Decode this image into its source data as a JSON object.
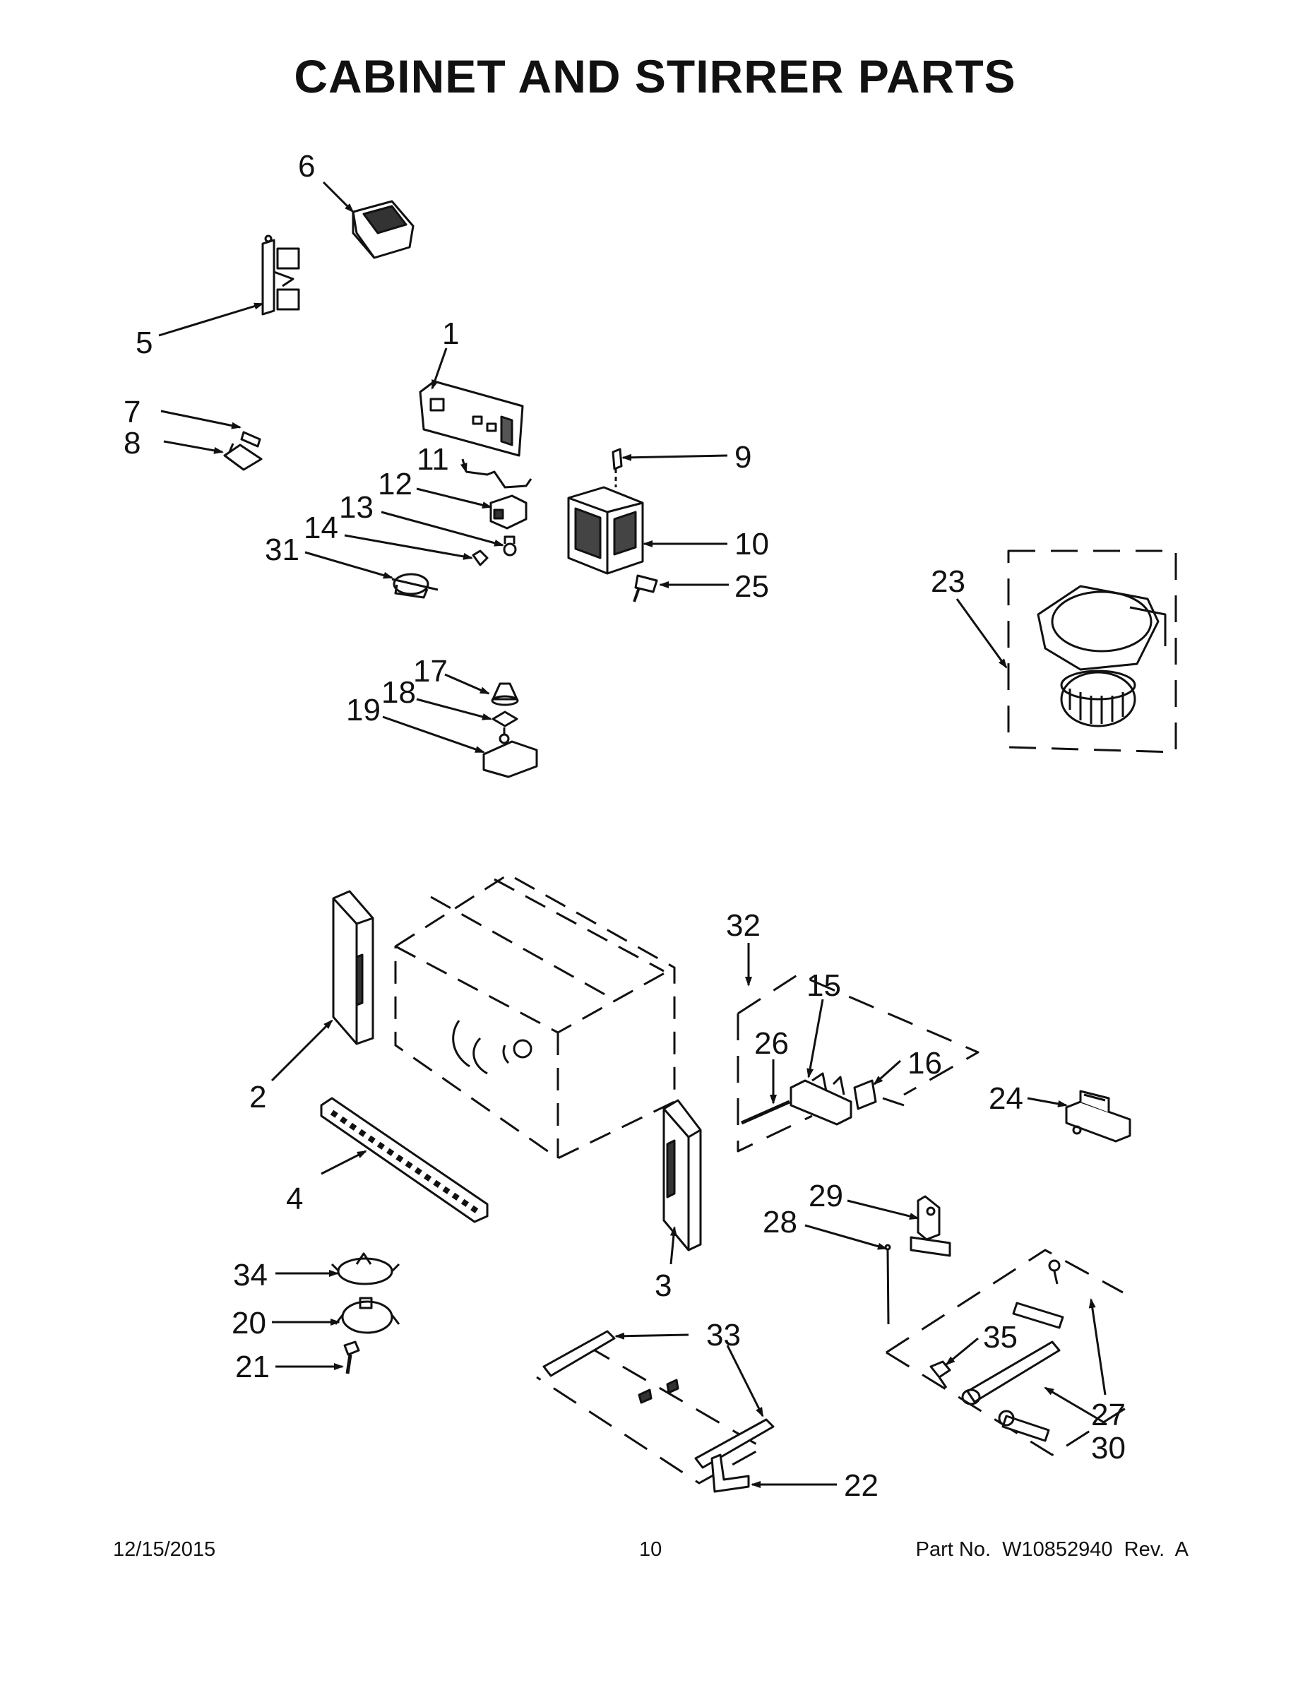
{
  "title": "CABINET AND STIRRER PARTS",
  "callouts": [
    "1",
    "2",
    "3",
    "4",
    "5",
    "6",
    "7",
    "8",
    "9",
    "10",
    "11",
    "12",
    "13",
    "14",
    "15",
    "16",
    "17",
    "18",
    "19",
    "20",
    "21",
    "22",
    "23",
    "24",
    "25",
    "26",
    "27",
    "28",
    "29",
    "30",
    "31",
    "32",
    "33",
    "34",
    "35"
  ],
  "footer": {
    "date": "12/15/2015",
    "page": "10",
    "part_number": "Part No.  W10852940  Rev.  A"
  }
}
